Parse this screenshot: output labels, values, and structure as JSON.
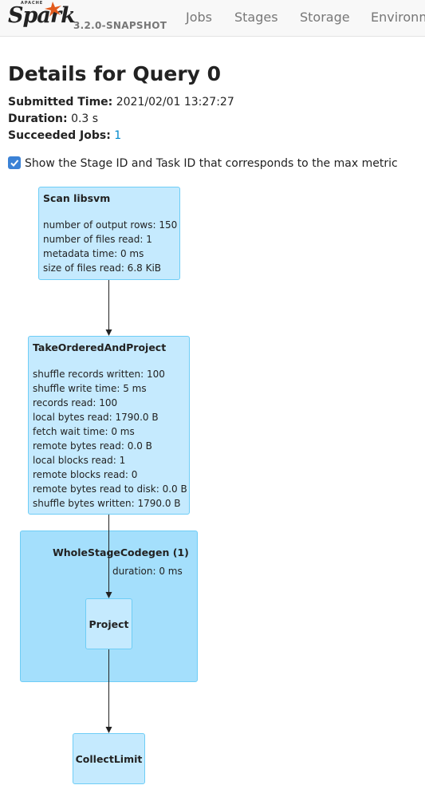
{
  "navbar": {
    "brand_top": "APACHE",
    "brand_name": "Spark",
    "version": "3.2.0-SNAPSHOT",
    "links": [
      "Jobs",
      "Stages",
      "Storage",
      "Environment"
    ]
  },
  "page": {
    "title": "Details for Query 0",
    "submitted_label": "Submitted Time:",
    "submitted_value": "2021/02/01 13:27:27",
    "duration_label": "Duration:",
    "duration_value": "0.3 s",
    "succeeded_label": "Succeeded Jobs:",
    "succeeded_value": "1",
    "checkbox_label": "Show the Stage ID and Task ID that corresponds to the max metric",
    "checkbox_checked": true
  },
  "colors": {
    "node_fill": "#c5eafe",
    "node_border": "#6ecdf6",
    "cluster_fill": "#a4dffc",
    "link": "#0088cc",
    "checkbox": "#3b82d6"
  },
  "dag": {
    "scan": {
      "name": "Scan libsvm",
      "metrics": [
        "number of output rows: 150",
        "number of files read: 1",
        "metadata time: 0 ms",
        "size of files read: 6.8 KiB"
      ]
    },
    "take": {
      "name": "TakeOrderedAndProject",
      "metrics": [
        "shuffle records written: 100",
        "shuffle write time: 5 ms",
        "records read: 100",
        "local bytes read: 1790.0 B",
        "fetch wait time: 0 ms",
        "remote bytes read: 0.0 B",
        "local blocks read: 1",
        "remote blocks read: 0",
        "remote bytes read to disk: 0.0 B",
        "shuffle bytes written: 1790.0 B"
      ]
    },
    "codegen": {
      "name": "WholeStageCodegen (1)",
      "duration": "duration: 0 ms"
    },
    "project": {
      "name": "Project"
    },
    "collect": {
      "name": "CollectLimit"
    }
  }
}
